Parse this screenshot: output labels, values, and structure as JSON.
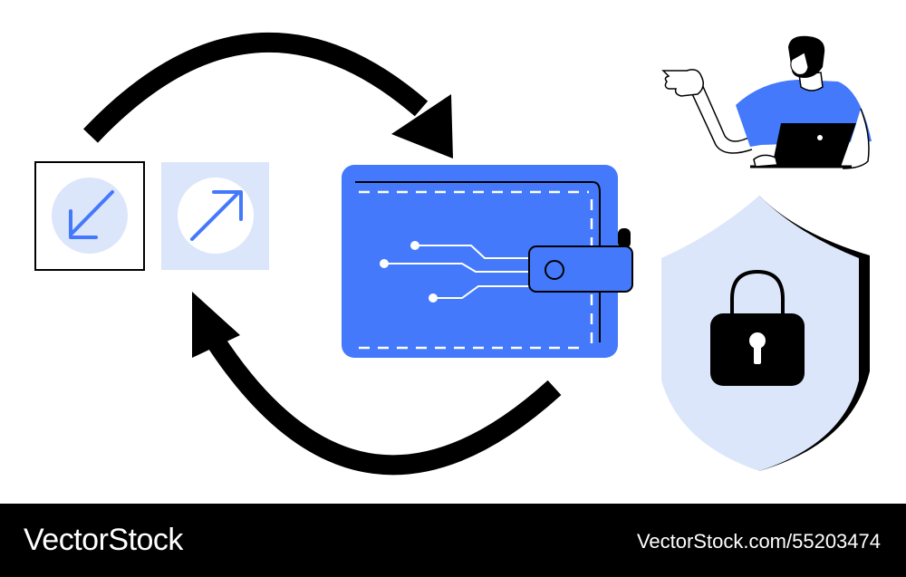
{
  "colors": {
    "accent_blue": "#4479fc",
    "light_blue": "#dce6fb",
    "ink": "#000000",
    "paper": "#ffffff"
  },
  "icons": {
    "incoming": "arrow-down-left-icon",
    "outgoing": "arrow-up-right-icon",
    "wallet": "digital-wallet-icon",
    "cycle": "circular-arrows-icon",
    "security": "shield-lock-icon",
    "person": "person-with-laptop-illustration"
  },
  "footer": {
    "brand": "VectorStock",
    "credit": "VectorStock.com/55203474"
  }
}
